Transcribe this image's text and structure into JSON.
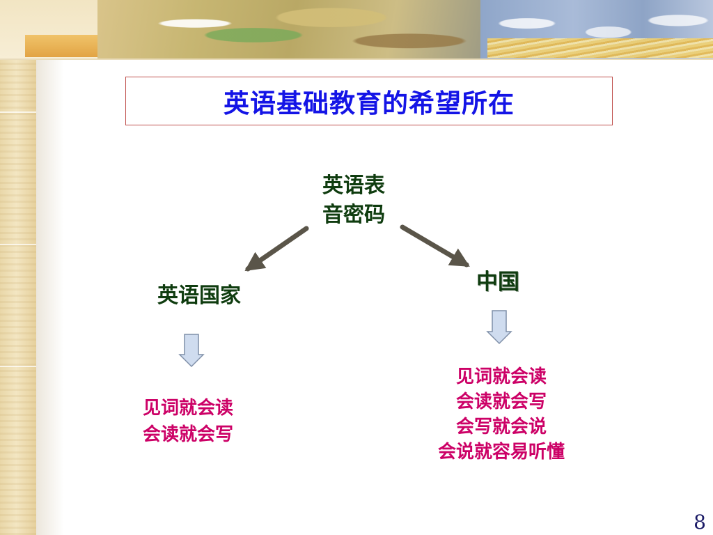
{
  "slide": {
    "title": "英语基础教育的希望所在",
    "page_number": "8"
  },
  "diagram": {
    "root": {
      "lines": [
        "英语表",
        "音密码"
      ]
    },
    "left_branch": {
      "label": "英语国家",
      "result_lines": [
        "见词就会读",
        "会读就会写"
      ]
    },
    "right_branch": {
      "label": "中国",
      "result_lines": [
        "见词就会读",
        "会读就会写",
        "会写就会说",
        "会说就容易听懂"
      ]
    }
  },
  "colors": {
    "title_text": "#1414e6",
    "title_border": "#c0504d",
    "node_text": "#0f3c0f",
    "result_text": "#cc0066",
    "connector": "#5a5549",
    "down_arrow_fill": "#cfdcef",
    "down_arrow_stroke": "#7f8fa8"
  },
  "icons": [
    "diagonal-arrow-icon",
    "down-arrow-icon"
  ]
}
